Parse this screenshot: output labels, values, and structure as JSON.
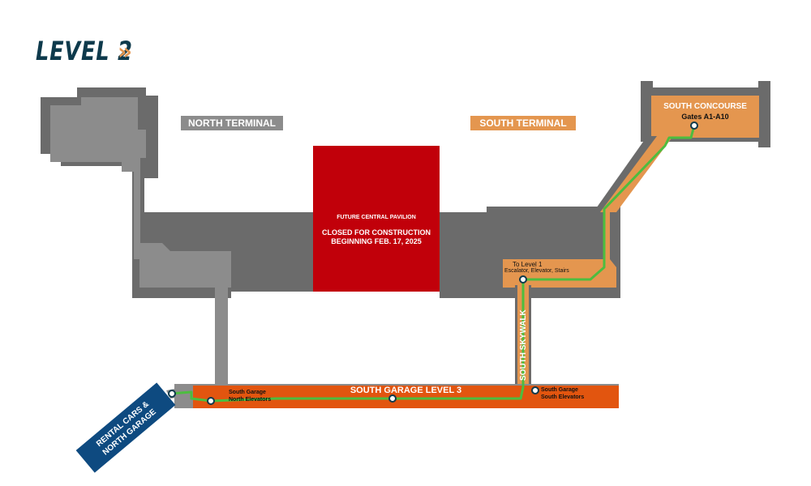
{
  "page": {
    "title": "LEVEL 2",
    "title_arrow": "»"
  },
  "colors": {
    "title": "#0e3a4c",
    "accent_orange": "#e4964f",
    "north_terminal": "#8c8c8c",
    "building_dark": "#6b6b6b",
    "south_terminal": "#e4964f",
    "construction": "#c1000a",
    "garage": "#e2550f",
    "route": "#4dbd3f",
    "rental": "#0e4a80"
  },
  "icons": {
    "stop_marker": "stop-marker-icon",
    "title_chevron": "double-chevron-right-icon"
  },
  "zones": {
    "north_terminal": "NORTH TERMINAL",
    "south_terminal": "SOUTH TERMINAL"
  },
  "pavilion": {
    "name": "FUTURE CENTRAL PAVILION",
    "status_line1": "CLOSED FOR CONSTRUCTION",
    "status_line2": "BEGINNING FEB. 17, 2025"
  },
  "south_concourse": {
    "name": "SOUTH CONCOURSE",
    "gates": "Gates A1-A10"
  },
  "level1_connection": {
    "title": "To Level 1",
    "detail": "Escalator, Elevator, Stairs"
  },
  "south_skywalk": {
    "name": "SOUTH SKYWALK"
  },
  "garage": {
    "name": "SOUTH GARAGE LEVEL 3",
    "north_elevators_line1": "South Garage",
    "north_elevators_line2": "North Elevators",
    "south_elevators_line1": "South Garage",
    "south_elevators_line2": "South Elevators"
  },
  "rental": {
    "line1": "RENTAL CARS &",
    "line2": "NORTH GARAGE"
  }
}
